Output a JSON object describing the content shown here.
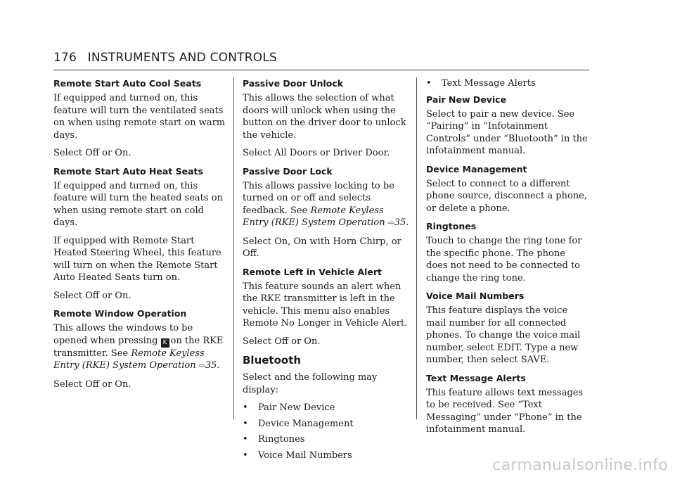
{
  "header": {
    "page_number": "176",
    "section": "INSTRUMENTS AND CONTROLS"
  },
  "col1": {
    "s1_title": "Remote Start Auto Cool Seats",
    "s1_p1": "If equipped and turned on, this feature will turn the ventilated seats on when using remote start on warm days.",
    "s1_p2": "Select Off or On.",
    "s2_title": "Remote Start Auto Heat Seats",
    "s2_p1": "If equipped and turned on, this feature will turn the heated seats on when using remote start on cold days.",
    "s2_p2": "If equipped with Remote Start Heated Steering Wheel, this feature will turn on when the Remote Start Auto Heated Seats turn on.",
    "s2_p3": "Select Off or On.",
    "s3_title": "Remote Window Operation",
    "s3_p1_a": "This allows the windows to be opened when pressing",
    "s3_p1_key": "K",
    "s3_p1_b": "on the RKE transmitter. See",
    "s3_p1_ref": "Remote Keyless Entry (RKE) System Operation",
    "s3_p1_page": "35",
    "s3_p2": "Select Off or On."
  },
  "col2": {
    "s1_title": "Passive Door Unlock",
    "s1_p1": "This allows the selection of what doors will unlock when using the button on the driver door to unlock the vehicle.",
    "s1_p2": "Select All Doors or Driver Door.",
    "s2_title": "Passive Door Lock",
    "s2_p1_a": "This allows passive locking to be turned on or off and selects feedback. See",
    "s2_p1_ref": "Remote Keyless Entry (RKE) System Operation",
    "s2_p1_page": "35",
    "s2_p2": "Select On, On with Horn Chirp, or Off.",
    "s3_title": "Remote Left in Vehicle Alert",
    "s3_p1": "This feature sounds an alert when the RKE transmitter is left in the vehicle. This menu also enables Remote No Longer in Vehicle Alert.",
    "s3_p2": "Select Off or On.",
    "s4_title": "Bluetooth",
    "s4_p1": "Select and the following may display:",
    "bullet_char": "•",
    "bullets": [
      "Pair New Device",
      "Device Management",
      "Ringtones",
      "Voice Mail Numbers"
    ]
  },
  "col3": {
    "bullet": "Text Message Alerts",
    "s1_title": "Pair New Device",
    "s1_p1": "Select to pair a new device. See “Pairing” in “Infotainment Controls” under “Bluetooth” in the infotainment manual.",
    "s2_title": "Device Management",
    "s2_p1": "Select to connect to a different phone source, disconnect a phone, or delete a phone.",
    "s3_title": "Ringtones",
    "s3_p1": "Touch to change the ring tone for the specific phone. The phone does not need to be connected to change the ring tone.",
    "s4_title": "Voice Mail Numbers",
    "s4_p1": "This feature displays the voice mail number for all connected phones. To change the voice mail number, select EDIT. Type a new number, then select SAVE.",
    "s5_title": "Text Message Alerts",
    "s5_p1": "This feature allows text messages to be received. See “Text Messaging” under “Phone” in the infotainment manual."
  },
  "ref_arrow": "⇨",
  "watermark": "carmanualsonline.info"
}
